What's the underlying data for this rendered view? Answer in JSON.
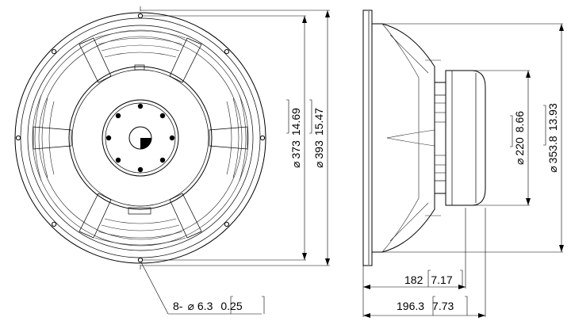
{
  "front_view": {
    "hole_count": "8-",
    "hole_dia_mm": "6.3",
    "hole_dia_in": "0.25",
    "bolt_circle_mm": "373",
    "bolt_circle_in": "14.69",
    "outer_dia_mm": "393",
    "outer_dia_in": "15.47"
  },
  "side_view": {
    "magnet_dia_mm": "220",
    "magnet_dia_in": "8.66",
    "cutout_dia_mm": "353.8",
    "cutout_dia_in": "13.93",
    "depth_mm": "182",
    "depth_in": "7.17",
    "overall_depth_mm": "196.3",
    "overall_depth_in": "7.73"
  },
  "symbols": {
    "diameter": "diameter-symbol"
  }
}
